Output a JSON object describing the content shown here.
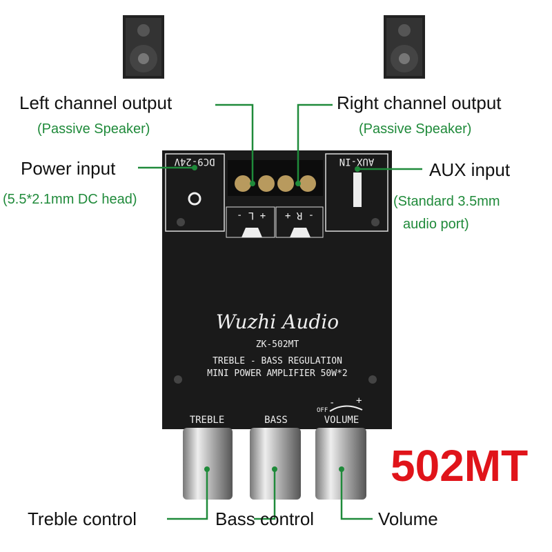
{
  "callouts": {
    "left_channel": {
      "title": "Left channel output",
      "sub": "(Passive Speaker)"
    },
    "right_channel": {
      "title": "Right channel output",
      "sub": "(Passive Speaker)"
    },
    "power": {
      "title": "Power input",
      "sub": "(5.5*2.1mm DC head)"
    },
    "aux": {
      "title": "AUX input",
      "sub1": "(Standard 3.5mm",
      "sub2": "audio port)"
    },
    "treble": "Treble control",
    "bass": "Bass control",
    "volume": "Volume"
  },
  "board": {
    "dc_label": "DC9-24V",
    "aux_label": "AUX-IN",
    "left_terminal": "+ L -",
    "right_terminal": "- R +",
    "brand": "Wuzhi Audio",
    "model": "ZK-502MT",
    "line1": "TREBLE - BASS REGULATION",
    "line2": "MINI POWER AMPLIFIER 50W*2",
    "knob_treble": "TREBLE",
    "knob_bass": "BASS",
    "knob_volume": "VOLUME",
    "off": "OFF",
    "minus": "-",
    "plus": "+"
  },
  "product_code": "502MT",
  "colors": {
    "callout_line": "#1f8a3a",
    "accent": "#e0141a",
    "board": "#1a1a1a"
  }
}
